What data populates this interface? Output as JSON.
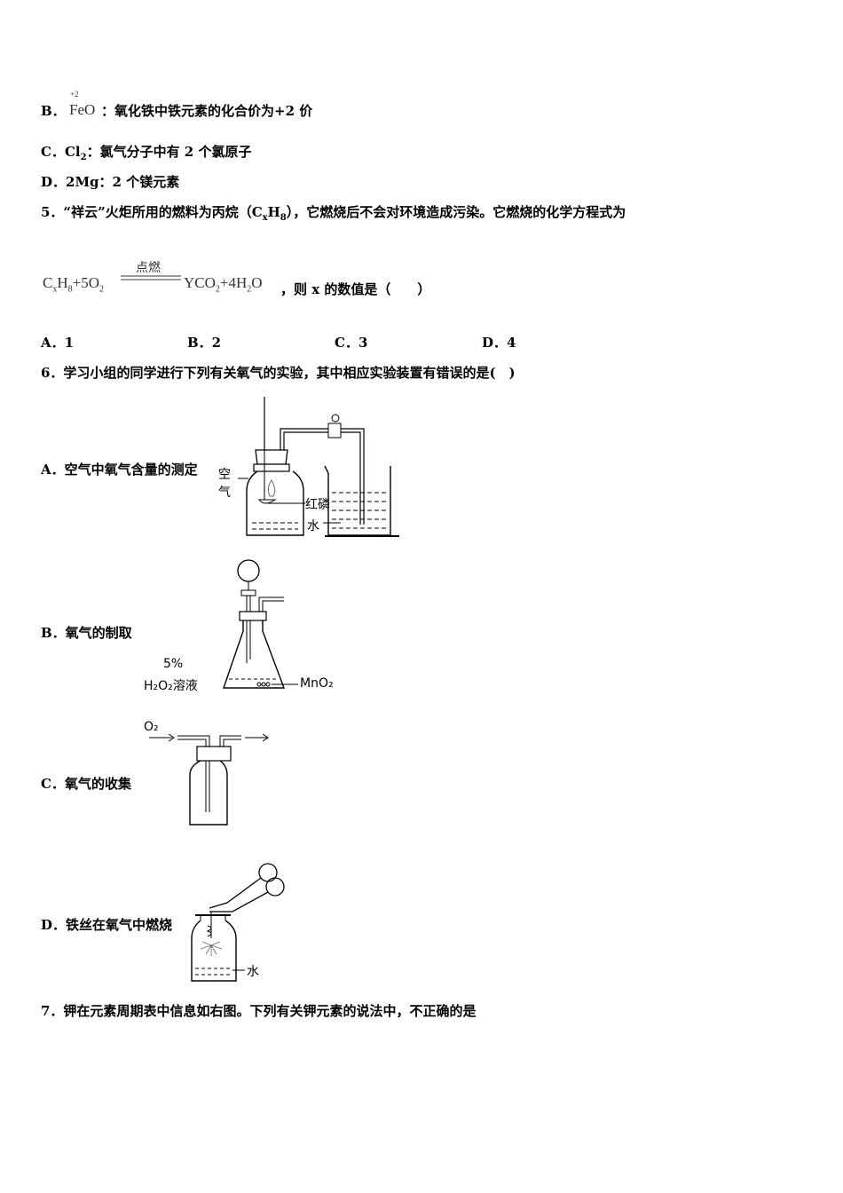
{
  "optB": {
    "label": "B．",
    "valence": "+2",
    "formula": "FeO",
    "text": "：氧化铁中铁元素的化合价为+2 价"
  },
  "optC": {
    "label": "C．",
    "text_pre": "Cl",
    "sub": "2",
    "text": "：氯气分子中有 2 个氯原子"
  },
  "optD": {
    "text": "D．2Mg：2 个镁元素"
  },
  "q5": {
    "stem_pre": "5．“祥云”火炬所用的燃料为丙烷（C",
    "stem_x": "x",
    "stem_mid": "H",
    "stem_8": "8",
    "stem_post": "），它燃烧后不会对环境造成污染。它燃烧的化学方程式为",
    "eq_condition": "点燃",
    "eq_left_c": "C",
    "eq_left_x": "x",
    "eq_left_h": "H",
    "eq_left_8": "8",
    "eq_left_o": "+5O",
    "eq_left_2": "2",
    "eq_right_y": "YCO",
    "eq_right_2a": "2",
    "eq_right_h": "+4H",
    "eq_right_2b": "2",
    "eq_right_o": "O",
    "eq_tail": "，则 x 的数值是（　　）",
    "options": [
      "A．1",
      "B．2",
      "C．3",
      "D．4"
    ]
  },
  "q6": {
    "stem": "6．学习小组的同学进行下列有关氧气的实验，其中相应实验装置有错误的是(　)",
    "A": "A．空气中氧气含量的测定",
    "B": "B．氧气的制取",
    "C": "C．氧气的收集",
    "D": "D．铁丝在氧气中燃烧",
    "figA": {
      "air1": "空",
      "air2": "气",
      "phos": "红磷",
      "water": "水"
    },
    "figB": {
      "conc": "5%",
      "sol": "H₂O₂溶液",
      "cat": "MnO₂"
    },
    "figC": {
      "gas": "O₂"
    },
    "figD": {
      "water": "水"
    }
  },
  "q7": {
    "stem": "7．钾在元素周期表中信息如右图。下列有关钾元素的说法中，不正确的是"
  }
}
